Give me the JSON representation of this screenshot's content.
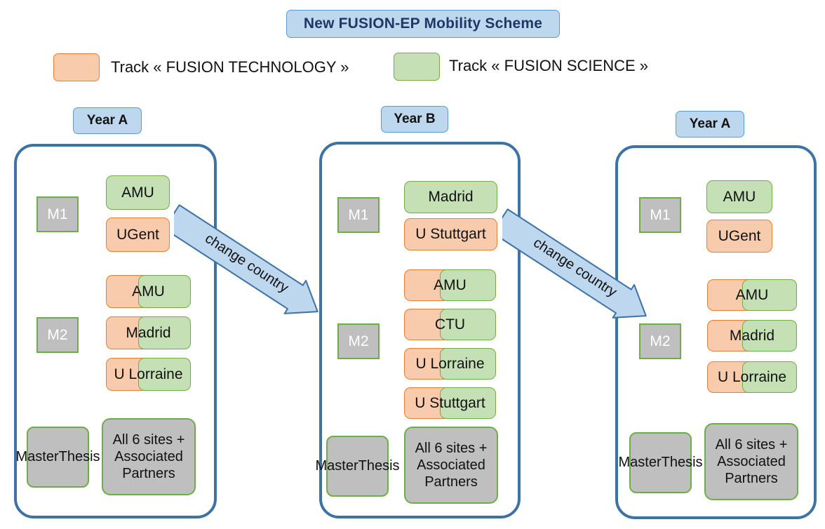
{
  "title": "New FUSION-EP Mobility Scheme",
  "legend": [
    {
      "label": "Track « FUSION TECHNOLOGY »",
      "swatch": "orange",
      "fill": "#F8CBAD",
      "stroke": "#ED7D31"
    },
    {
      "label": "Track « FUSION SCIENCE »",
      "swatch": "green",
      "fill": "#C5E0B4",
      "stroke": "#70AD47"
    }
  ],
  "colors": {
    "title_fill": "#BDD7EE",
    "title_stroke": "#5B9BD5",
    "panel_stroke": "#3D72A4",
    "grey_fill": "#BFBFBF",
    "green_fill": "#C5E0B4",
    "green_stroke": "#70AD47",
    "orange_fill": "#F8CBAD",
    "orange_stroke": "#ED7D31",
    "arrow_fill": "#BDD7EE",
    "arrow_stroke": "#3D72A4"
  },
  "panels": [
    {
      "year": "Year A",
      "m1": {
        "label": "M1",
        "entries": [
          {
            "text": "AMU",
            "type": "green"
          },
          {
            "text": "UGent",
            "type": "orange"
          }
        ]
      },
      "m2": {
        "label": "M2",
        "entries": [
          {
            "text": "AMU",
            "type": "dual"
          },
          {
            "text": "Madrid",
            "type": "dual"
          },
          {
            "text": "U Lorraine",
            "type": "dual"
          }
        ]
      },
      "thesis": "Master\nThesis",
      "thesis_lines": [
        "Master",
        "Thesis"
      ],
      "sites": "All 6 sites + Associated Partners",
      "sites_lines": [
        "All 6 sites +",
        "Associated",
        "Partners"
      ]
    },
    {
      "year": "Year B",
      "m1": {
        "label": "M1",
        "entries": [
          {
            "text": "Madrid",
            "type": "green"
          },
          {
            "text": "U Stuttgart",
            "type": "orange"
          }
        ]
      },
      "m2": {
        "label": "M2",
        "entries": [
          {
            "text": "AMU",
            "type": "dual"
          },
          {
            "text": "CTU",
            "type": "dual"
          },
          {
            "text": "U Lorraine",
            "type": "dual"
          },
          {
            "text": "U Stuttgart",
            "type": "dual"
          }
        ]
      },
      "thesis_lines": [
        "Master",
        "Thesis"
      ],
      "sites_lines": [
        "All 6 sites +",
        "Associated",
        "Partners"
      ]
    },
    {
      "year": "Year A",
      "m1": {
        "label": "M1",
        "entries": [
          {
            "text": "AMU",
            "type": "green"
          },
          {
            "text": "UGent",
            "type": "orange"
          }
        ]
      },
      "m2": {
        "label": "M2",
        "entries": [
          {
            "text": "AMU",
            "type": "dual"
          },
          {
            "text": "Madrid",
            "type": "dual"
          },
          {
            "text": "U Lorraine",
            "type": "dual"
          }
        ]
      },
      "thesis_lines": [
        "Master",
        "Thesis"
      ],
      "sites_lines": [
        "All 6 sites +",
        "Associated",
        "Partners"
      ]
    }
  ],
  "arrows": [
    {
      "label": "change country"
    },
    {
      "label": "change country"
    }
  ]
}
